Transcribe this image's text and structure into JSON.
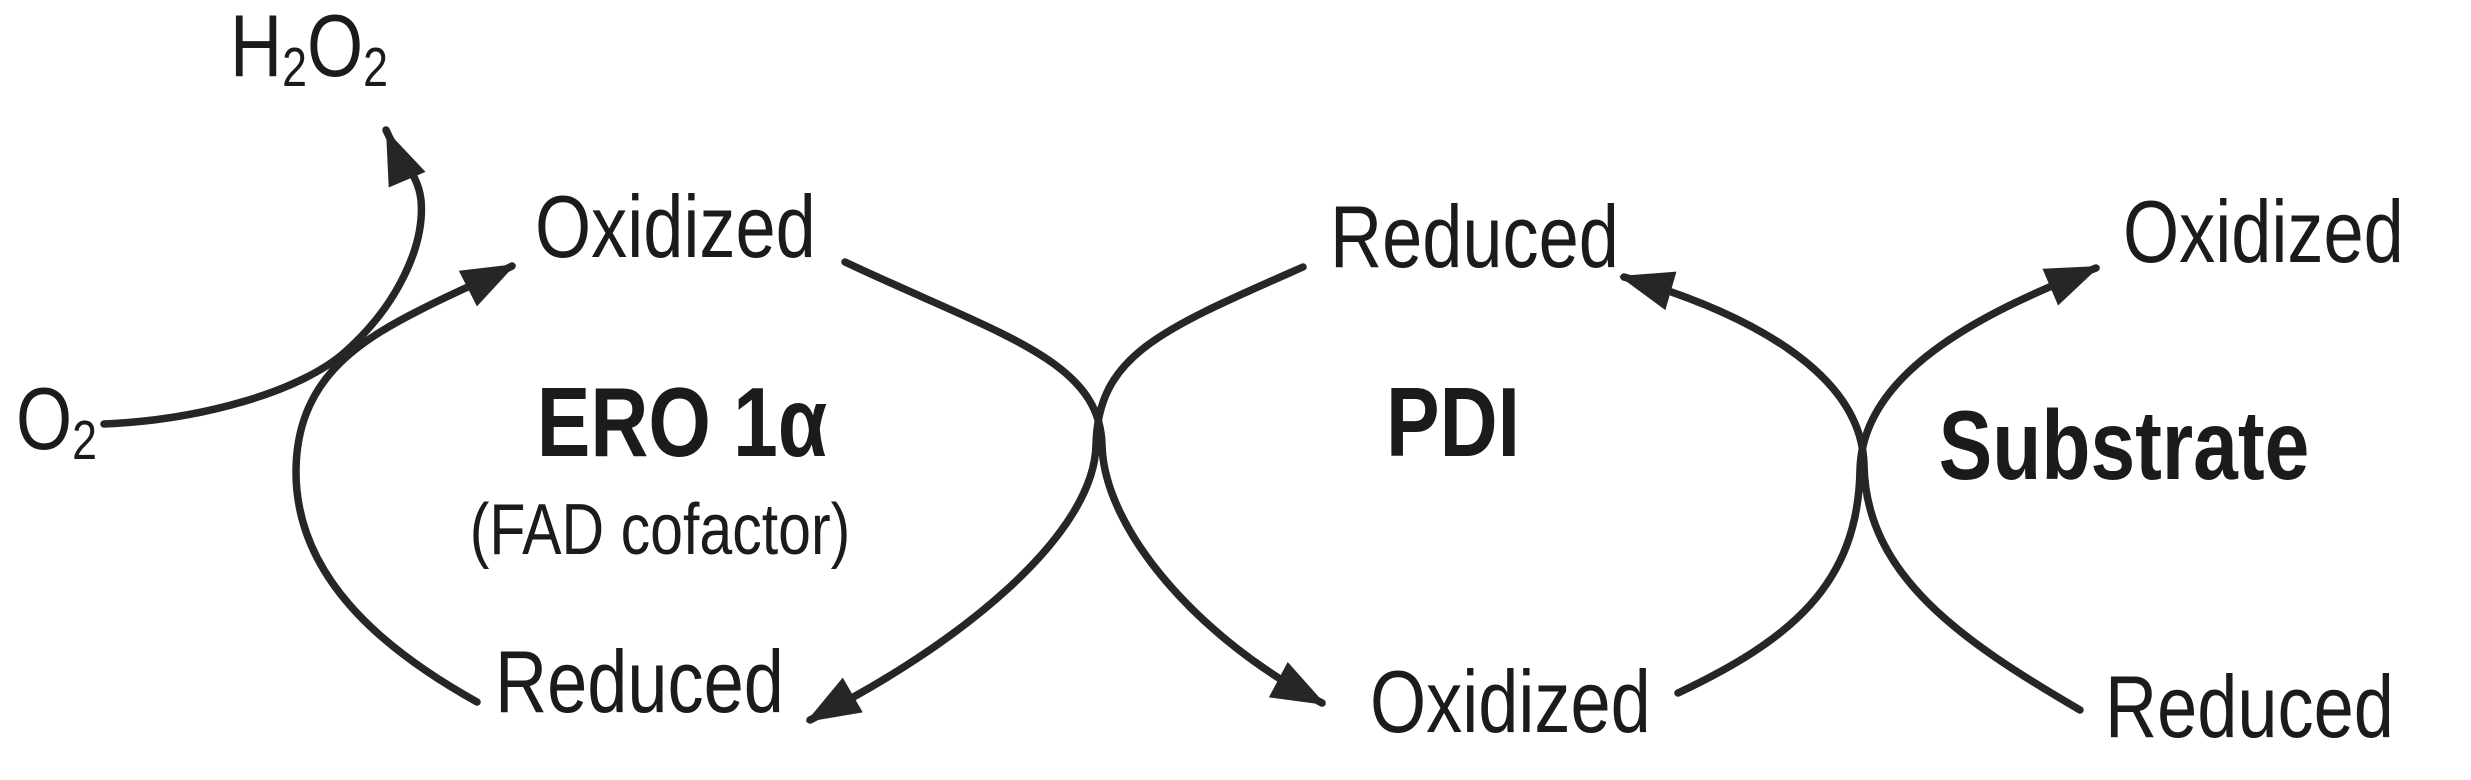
{
  "canvas": {
    "background": "#ffffff",
    "line_color": "#262626",
    "text_color": "#1b1b1b"
  },
  "molecules": {
    "h2o2": {
      "sym1": "H",
      "sub1": "2",
      "sym2": "O",
      "sub2": "2"
    },
    "o2": {
      "sym": "O",
      "sub": "2"
    }
  },
  "cycles": [
    {
      "title": "ERO 1α",
      "subtitle": "(FAD cofactor)",
      "top_state": "Oxidized",
      "bottom_state": "Reduced"
    },
    {
      "title": "PDI",
      "top_state": "Reduced",
      "bottom_state": "Oxidized"
    },
    {
      "title": "Substrate",
      "top_state": "Oxidized",
      "bottom_state": "Reduced"
    }
  ],
  "arrows": [
    {
      "name": "o2-to-h2o2",
      "from": "O2",
      "to": "H2O2"
    },
    {
      "name": "ero1a-reduced-to-oxidized",
      "from": "ERO 1α Reduced",
      "to": "ERO 1α Oxidized"
    },
    {
      "name": "ero1a-oxidized-to-pdi-oxidized",
      "from": "ERO 1α Oxidized",
      "to": "PDI Oxidized"
    },
    {
      "name": "pdi-reduced-to-ero1a-reduced",
      "from": "PDI Reduced",
      "to": "ERO 1α Reduced"
    },
    {
      "name": "pdi-oxidized-to-substrate-oxidized",
      "from": "PDI Oxidized",
      "to": "Substrate Oxidized"
    },
    {
      "name": "substrate-reduced-to-pdi-reduced",
      "from": "Substrate Reduced",
      "to": "PDI Reduced"
    }
  ]
}
